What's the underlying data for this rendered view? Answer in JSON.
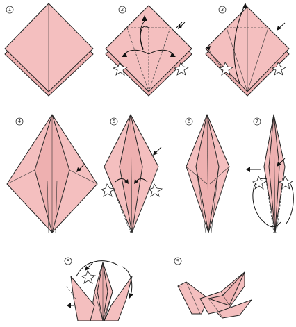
{
  "steps": [
    {
      "number": "1"
    },
    {
      "number": "2"
    },
    {
      "number": "3"
    },
    {
      "number": "4"
    },
    {
      "number": "5"
    },
    {
      "number": "6"
    },
    {
      "number": "7"
    },
    {
      "number": "8"
    },
    {
      "number": "9"
    }
  ],
  "colors": {
    "paper": "#f4bfbf",
    "outline": "#222222"
  }
}
